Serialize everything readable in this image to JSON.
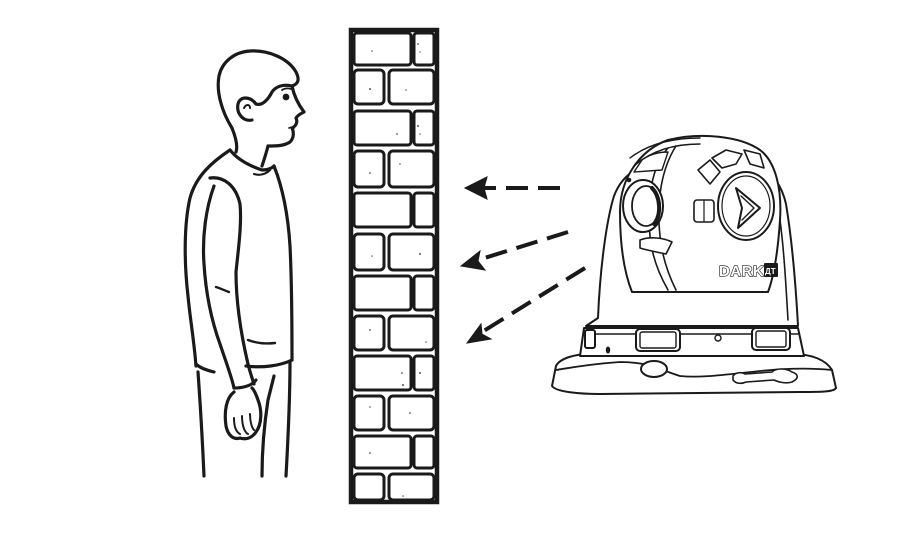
{
  "scene": {
    "description": "Line illustration: a man standing behind a brick wall, with a dome camera on the right sending dashed arrows toward the wall",
    "background": "#ffffff",
    "ink_color": "#1a1a1a"
  },
  "person": {
    "label": "standing-man",
    "facing": "right"
  },
  "wall": {
    "label": "brick-wall",
    "courses": 12
  },
  "arrows": [
    {
      "label": "arrow-top",
      "direction": "left"
    },
    {
      "label": "arrow-middle",
      "direction": "down-left"
    },
    {
      "label": "arrow-bottom",
      "direction": "down-left"
    }
  ],
  "camera": {
    "brand_text": "DARK",
    "badge_text": "ДТ",
    "label": "pan-tilt-thermal-camera"
  }
}
